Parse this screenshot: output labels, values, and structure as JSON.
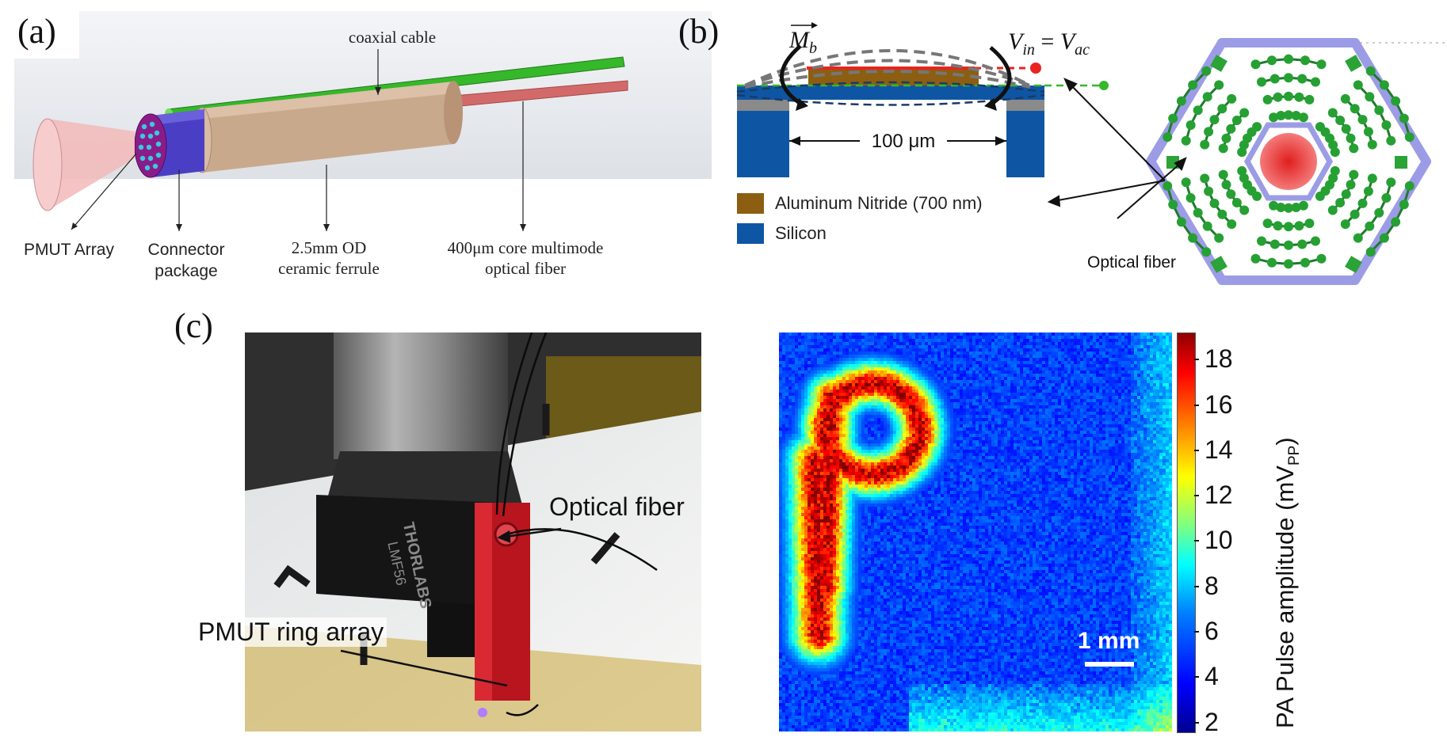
{
  "panel_a": {
    "label": "(a)",
    "callouts": {
      "coaxial_cable": "coaxial cable",
      "pmut_array": "PMUT Array",
      "connector_line1": "Connector",
      "connector_line2": "package",
      "ferrule_line1": "2.5mm OD",
      "ferrule_line2": "ceramic ferrule",
      "fiber_line1": "400μm core multimode",
      "fiber_line2": "optical fiber"
    },
    "colors": {
      "cable": "#35b82a",
      "ferrule": "#c9a98c",
      "fiber": "#d36a6a",
      "connector": "#4a3fc4",
      "cone": "#f3b8b8"
    }
  },
  "panel_b": {
    "label": "(b)",
    "moment_label": "M",
    "moment_sub": "b",
    "voltage_lhs": "V",
    "voltage_lhs_sub": "in",
    "voltage_rhs": "V",
    "voltage_rhs_sub": "ac",
    "dimension": "100 μm",
    "legend": [
      {
        "label": "Aluminum Nitride (700 nm)",
        "color": "#8b5e12"
      },
      {
        "label": "Silicon",
        "color": "#0e56a3"
      }
    ],
    "optical_fiber_label": "Optical fiber"
  },
  "panel_c": {
    "label": "(c)",
    "photo_labels": {
      "optical_fiber": "Optical fiber",
      "pmut_ring_array": "PMUT ring array",
      "housing_brand_line1": "THORLABS",
      "housing_brand_line2": "LMF56"
    },
    "scale_bar": "1 mm",
    "colorbar": {
      "ticks": [
        "2",
        "4",
        "6",
        "8",
        "10",
        "12",
        "14",
        "16",
        "18"
      ],
      "label": "PA Pulse amplitude (mV",
      "label_sub": "PP",
      "label_close": ")"
    }
  }
}
